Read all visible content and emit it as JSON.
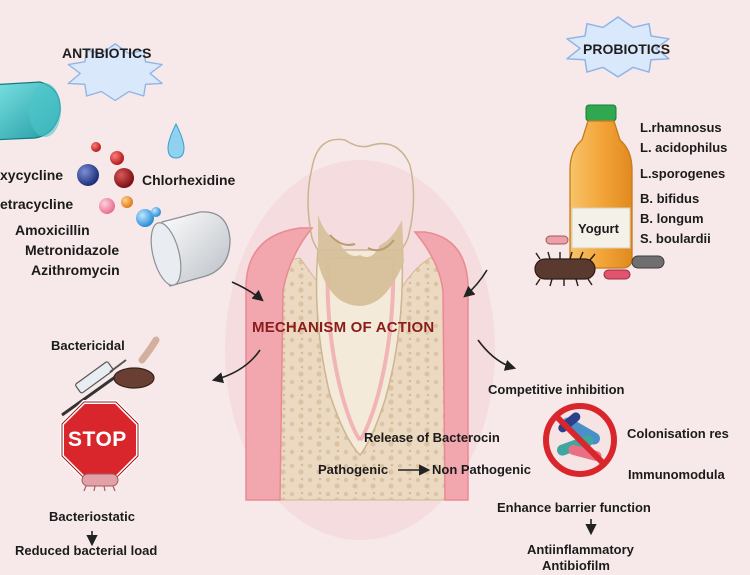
{
  "antibiotics": {
    "heading": "ANTIBIOTICS",
    "drugs": [
      "xycycline",
      "Chlorhexidine",
      "etracycline",
      "Amoxicillin",
      "Metronidazole",
      "Azithromycin"
    ]
  },
  "probiotics": {
    "heading": "PROBIOTICS",
    "strains": [
      "L.rhamnosus",
      "L. acidophilus",
      "L.sporogenes",
      "B. bifidus",
      "B. longum",
      "S. boulardii"
    ],
    "bottle_label": "Yogurt"
  },
  "center": {
    "title": "MECHANISM OF ACTION"
  },
  "antibiotic_effects": {
    "bactericidal": "Bactericidal",
    "stop_sign": "STOP",
    "bacteriostatic": "Bacteriostatic",
    "result": "Reduced bacterial load"
  },
  "probiotic_effects": {
    "competitive": "Competitive inhibition",
    "bacterocin": "Release of Bacterocin",
    "colonisation": "Colonisation res",
    "pathogenic": "Pathogenic",
    "non_pathogenic": "Non Pathogenic",
    "immuno": "Immunomodula",
    "barrier": "Enhance barrier function",
    "anti_inflammatory": "Antiinflammatory",
    "antibiofilm": "Antibiofilm"
  },
  "colors": {
    "background": "#f7e9ea",
    "title": "#8b1c1c",
    "gum": "#f1a7ad",
    "bone": "#ead7bf",
    "stop": "#d9262c",
    "capsule_teal": "#2fb3b8",
    "yogurt": "#f3a53a"
  }
}
